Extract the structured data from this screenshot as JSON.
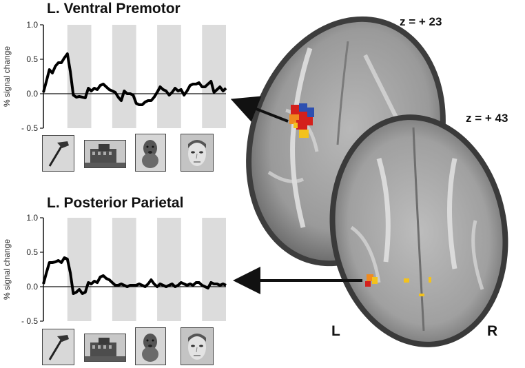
{
  "chart_data": [
    {
      "type": "line",
      "title": "L. Ventral Premotor",
      "ylabel": "% signal change",
      "ylim": [
        -0.5,
        1.0
      ],
      "yticks": [
        "1.0",
        "0.5",
        "0.0",
        "- 0.5"
      ],
      "stimulus_blocks": [
        "tool",
        "house",
        "animal",
        "face"
      ],
      "series": [
        {
          "values": [
            0.02,
            0.18,
            0.35,
            0.3,
            0.4,
            0.45,
            0.45,
            0.52,
            0.58,
            0.32,
            -0.02,
            -0.05,
            -0.04,
            -0.05,
            -0.06,
            0.08,
            0.04,
            0.08,
            0.06,
            0.12,
            0.14,
            0.1,
            0.06,
            0.04,
            0.02,
            -0.05,
            -0.1,
            0.04,
            0.0,
            0.0,
            -0.02,
            -0.14,
            -0.16,
            -0.16,
            -0.12,
            -0.1,
            -0.1,
            -0.05,
            0.02,
            0.1,
            0.06,
            0.04,
            -0.02,
            0.02,
            0.08,
            0.04,
            0.06,
            -0.02,
            0.04,
            0.12,
            0.14,
            0.14,
            0.16,
            0.1,
            0.1,
            0.14,
            0.18,
            0.02,
            0.06,
            0.1,
            0.04,
            0.08
          ]
        }
      ]
    },
    {
      "type": "line",
      "title": "L. Posterior Parietal",
      "ylabel": "% signal change",
      "ylim": [
        -0.5,
        1.0
      ],
      "yticks": [
        "1.0",
        "0.5",
        "0.0",
        "- 0.5"
      ],
      "stimulus_blocks": [
        "tool",
        "house",
        "animal",
        "face"
      ],
      "series": [
        {
          "values": [
            0.04,
            0.2,
            0.35,
            0.35,
            0.36,
            0.38,
            0.35,
            0.42,
            0.4,
            0.2,
            -0.1,
            -0.08,
            -0.04,
            -0.1,
            -0.08,
            0.06,
            0.04,
            0.08,
            0.06,
            0.14,
            0.16,
            0.12,
            0.1,
            0.06,
            0.02,
            0.02,
            0.04,
            0.02,
            0.0,
            0.02,
            0.02,
            0.02,
            0.04,
            0.02,
            0.0,
            0.04,
            0.1,
            0.04,
            0.0,
            0.04,
            0.02,
            0.0,
            0.02,
            0.04,
            0.0,
            0.02,
            0.06,
            0.04,
            0.02,
            0.04,
            0.02,
            0.06,
            0.06,
            0.02,
            0.0,
            -0.02,
            0.06,
            0.04,
            0.04,
            0.02,
            0.04,
            0.02
          ]
        }
      ]
    }
  ],
  "brain": {
    "upper_slice_label": "z = + 23",
    "lower_slice_label": "z = + 43",
    "left_label": "L",
    "right_label": "R",
    "activation_colors": {
      "red": "#d4201c",
      "blue": "#2d4fb0",
      "yellow": "#f3c21c",
      "orange": "#f08a1e"
    }
  }
}
